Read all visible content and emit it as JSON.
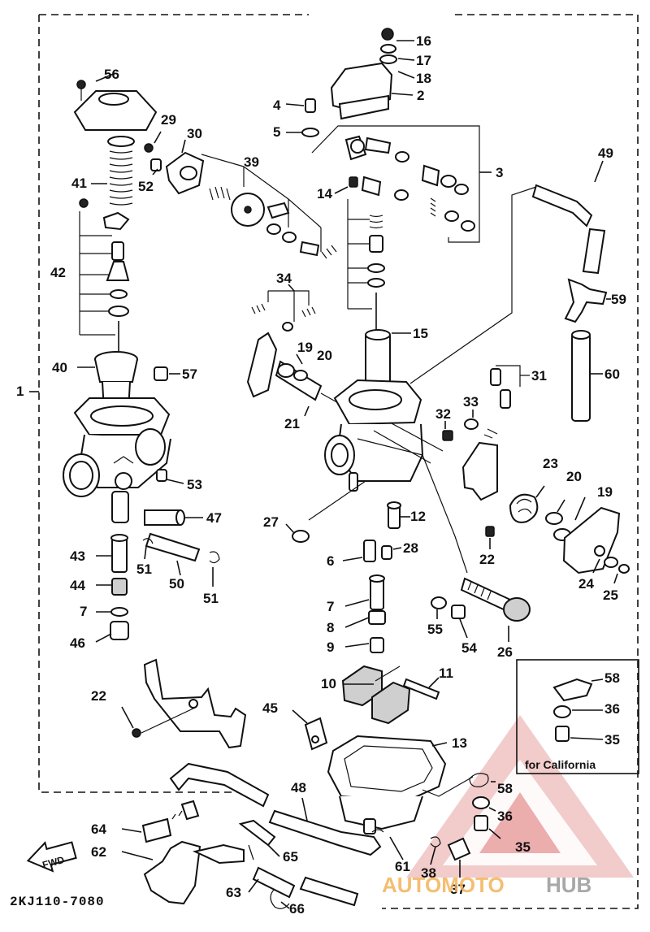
{
  "diagram": {
    "reference_code": "2KJ110-7080",
    "fwd_label": "FWD",
    "california_box_label": "for California",
    "callouts": {
      "c1": "1",
      "c2": "2",
      "c3": "3",
      "c4": "4",
      "c5": "5",
      "c6": "6",
      "c7a": "7",
      "c7b": "7",
      "c8": "8",
      "c9": "9",
      "c10": "10",
      "c11": "11",
      "c12": "12",
      "c13": "13",
      "c14": "14",
      "c15": "15",
      "c16": "16",
      "c17": "17",
      "c18": "18",
      "c19a": "19",
      "c19b": "19",
      "c20a": "20",
      "c20b": "20",
      "c21": "21",
      "c22a": "22",
      "c22b": "22",
      "c23": "23",
      "c24": "24",
      "c25": "25",
      "c26": "26",
      "c27": "27",
      "c28": "28",
      "c29": "29",
      "c30": "30",
      "c31": "31",
      "c32": "32",
      "c33": "33",
      "c34": "34",
      "c35a": "35",
      "c35b": "35",
      "c36a": "36",
      "c36b": "36",
      "c37": "37",
      "c38": "38",
      "c39": "39",
      "c40": "40",
      "c41": "41",
      "c42": "42",
      "c43": "43",
      "c44": "44",
      "c45": "45",
      "c46": "46",
      "c47": "47",
      "c48": "48",
      "c49": "49",
      "c50": "50",
      "c51a": "51",
      "c51b": "51",
      "c52": "52",
      "c53": "53",
      "c54": "54",
      "c55": "55",
      "c56": "56",
      "c57": "57",
      "c58a": "58",
      "c58b": "58",
      "c59": "59",
      "c60": "60",
      "c61": "61",
      "c62": "62",
      "c63": "63",
      "c64": "64",
      "c65": "65",
      "c66": "66"
    }
  },
  "watermark": {
    "brand_part1": "AUTOMOTO",
    "brand_part2": "HUB",
    "color_part1": "#f3b35a",
    "color_part2": "#9a9a9a",
    "logo_color": "#e07a7a"
  }
}
